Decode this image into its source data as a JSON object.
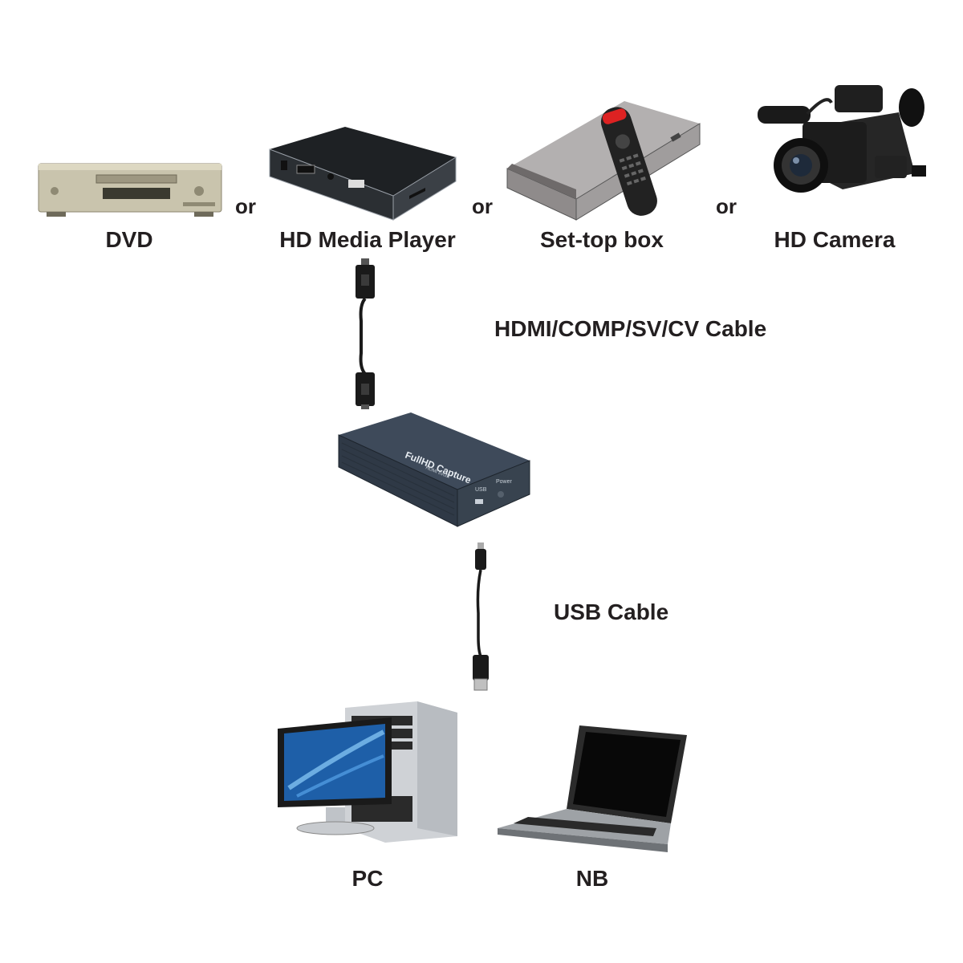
{
  "sources": [
    {
      "name": "dvd",
      "label": "DVD"
    },
    {
      "name": "hd-media-player",
      "label": "HD Media Player"
    },
    {
      "name": "set-top-box",
      "label": "Set-top box"
    },
    {
      "name": "hd-camera",
      "label": "HD Camera"
    }
  ],
  "separators": [
    "or",
    "or",
    "or"
  ],
  "cables": {
    "video": "HDMI/COMP/SV/CV Cable",
    "usb": "USB Cable"
  },
  "capture_device": {
    "brand_text": "FullHD Capture",
    "sub_text": "HDMI in/out",
    "port_usb": "USB",
    "port_power": "Power"
  },
  "targets": [
    {
      "name": "pc",
      "label": "PC"
    },
    {
      "name": "nb",
      "label": "NB"
    }
  ],
  "colors": {
    "text": "#231f20",
    "capture_body": "#3e4a5a",
    "cable": "#1a1a1a"
  }
}
